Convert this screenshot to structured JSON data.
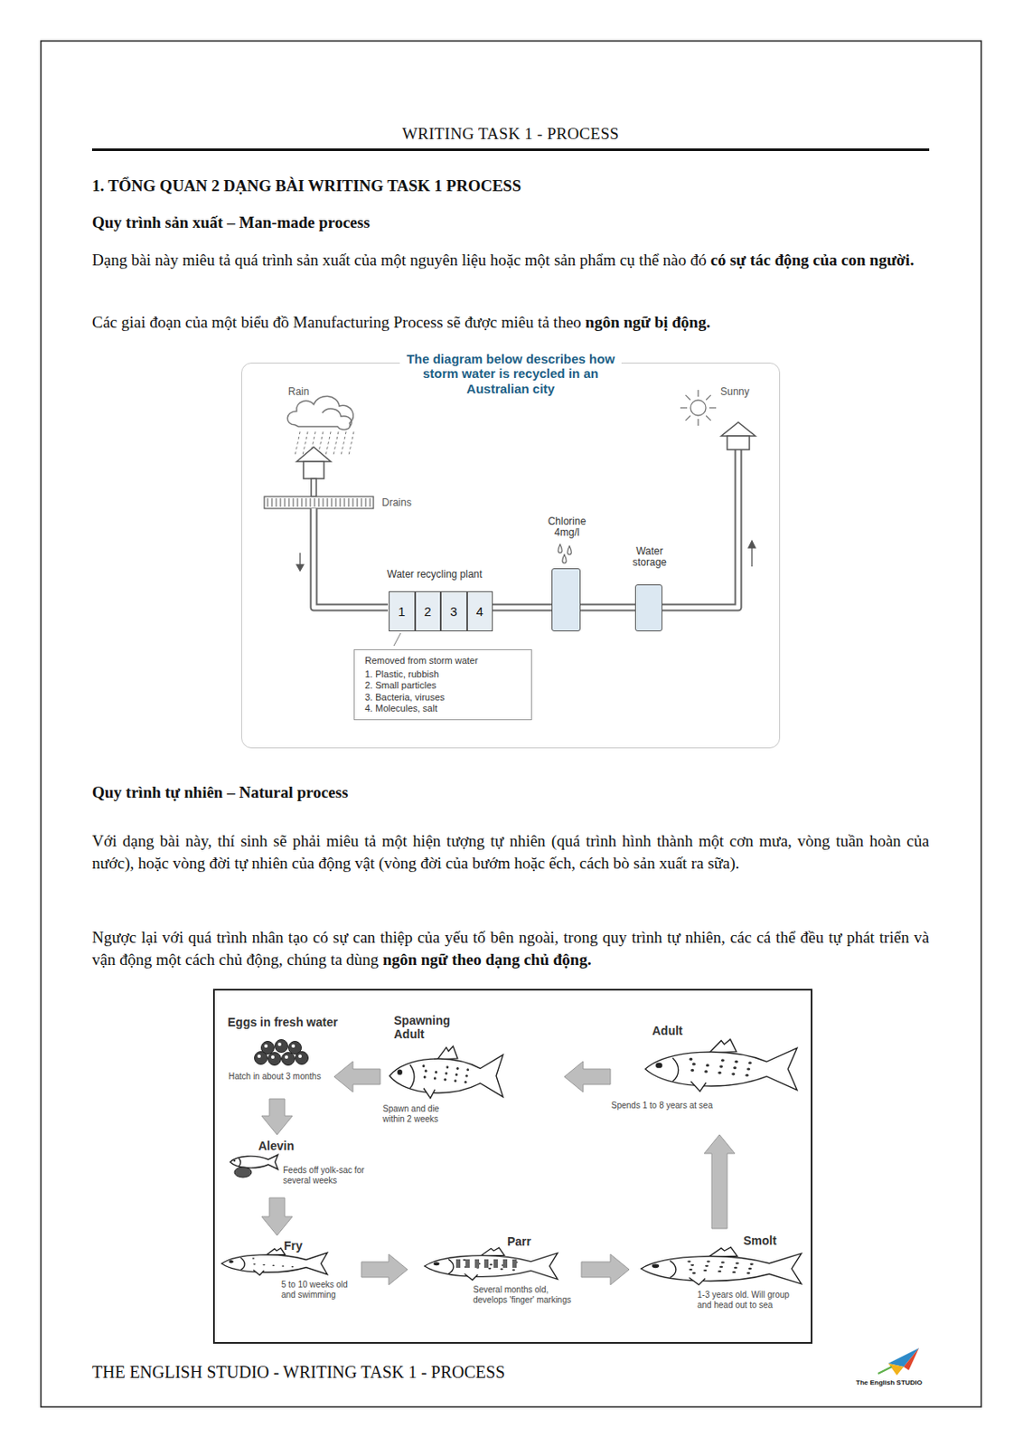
{
  "diagram": {
    "title": "WRITING TASK 1 - PROCESS",
    "nodes": [
      {
        "text": [
          "The diagram below describes how storm water is recycled in an Australian city"
        ]
      },
      {
        "text": [
          "Water recycling plant"
        ],
        "in": 0
      },
      {
        "text": [
          "1"
        ],
        "in": 1
      },
      {
        "text": [
          "2"
        ],
        "in": 1
      },
      {
        "text": [
          "3"
        ],
        "in": 1
      },
      {
        "text": [
          "4"
        ],
        "in": 1
      },
      {
        "text": [
          "Chlorine 4mg/l"
        ],
        "in": 0
      },
      {
        "text": [
          "Water storage"
        ],
        "in": 0
      },
      {
        "text": [
          "Removed from storm water",
          "1. Plastic, rubbish",
          "2. Small particles",
          "3. Bacteria, viruses",
          "4. Molecules, salt"
        ],
        "in": 0
      }
    ],
    "edges": [
      {
        "from": 1,
        "to": 6,
        "arrow": "none"
      },
      {
        "from": 6,
        "to": 7,
        "arrow": "none"
      }
    ],
    "labels": [
      "1. TỔNG QUAN 2 DẠNG BÀI WRITING TASK 1 PROCESS",
      "Quy trình sản xuất – Man-made process",
      "Dạng bài này miêu tả quá trình sản xuất của một nguyên liệu hoặc một sản phẩm cụ thể nào đó",
      "có sự tác động của con người.",
      "Các giai đoạn của một biểu đồ Manufacturing Process sẽ được miêu tả theo",
      "ngôn ngữ bị động.",
      "Rain",
      "Drains",
      "Sunny",
      "Quy trình tự nhiên – Natural process",
      "Với dạng bài này, thí sinh sẽ phải miêu tả một hiện tượng tự nhiên (quá trình hình thành một cơn mưa, vòng tuần hoàn của nước), hoặc vòng đời tự nhiên của động vật (vòng đời của bướm hoặc ếch, cách bò sản xuất ra sữa).",
      "Ngược lại với quá trình nhân tạo có sự can thiệp của yếu tố bên ngoài, trong quy trình tự nhiên, các cá thể đều tự phát triển và vận động một cách chủ động, chúng ta dùng",
      "ngôn ngữ theo dạng chủ động.",
      "Eggs in fresh water",
      "Hatch in about 3 months",
      "Spawning Adult",
      "Spawn and die within 2 weeks",
      "Adult",
      "Spends 1 to 8 years at sea",
      "Alevin",
      "Feeds off yolk-sac for several weeks",
      "Fry",
      "5 to 10 weeks old and swimming",
      "Parr",
      "Several months old, develops 'finger' markings",
      "Smolt",
      "1-3 years old. Will group and head out to sea",
      "THE ENGLISH STUDIO - WRITING TASK 1 - PROCESS",
      "The English STUDIO"
    ]
  }
}
